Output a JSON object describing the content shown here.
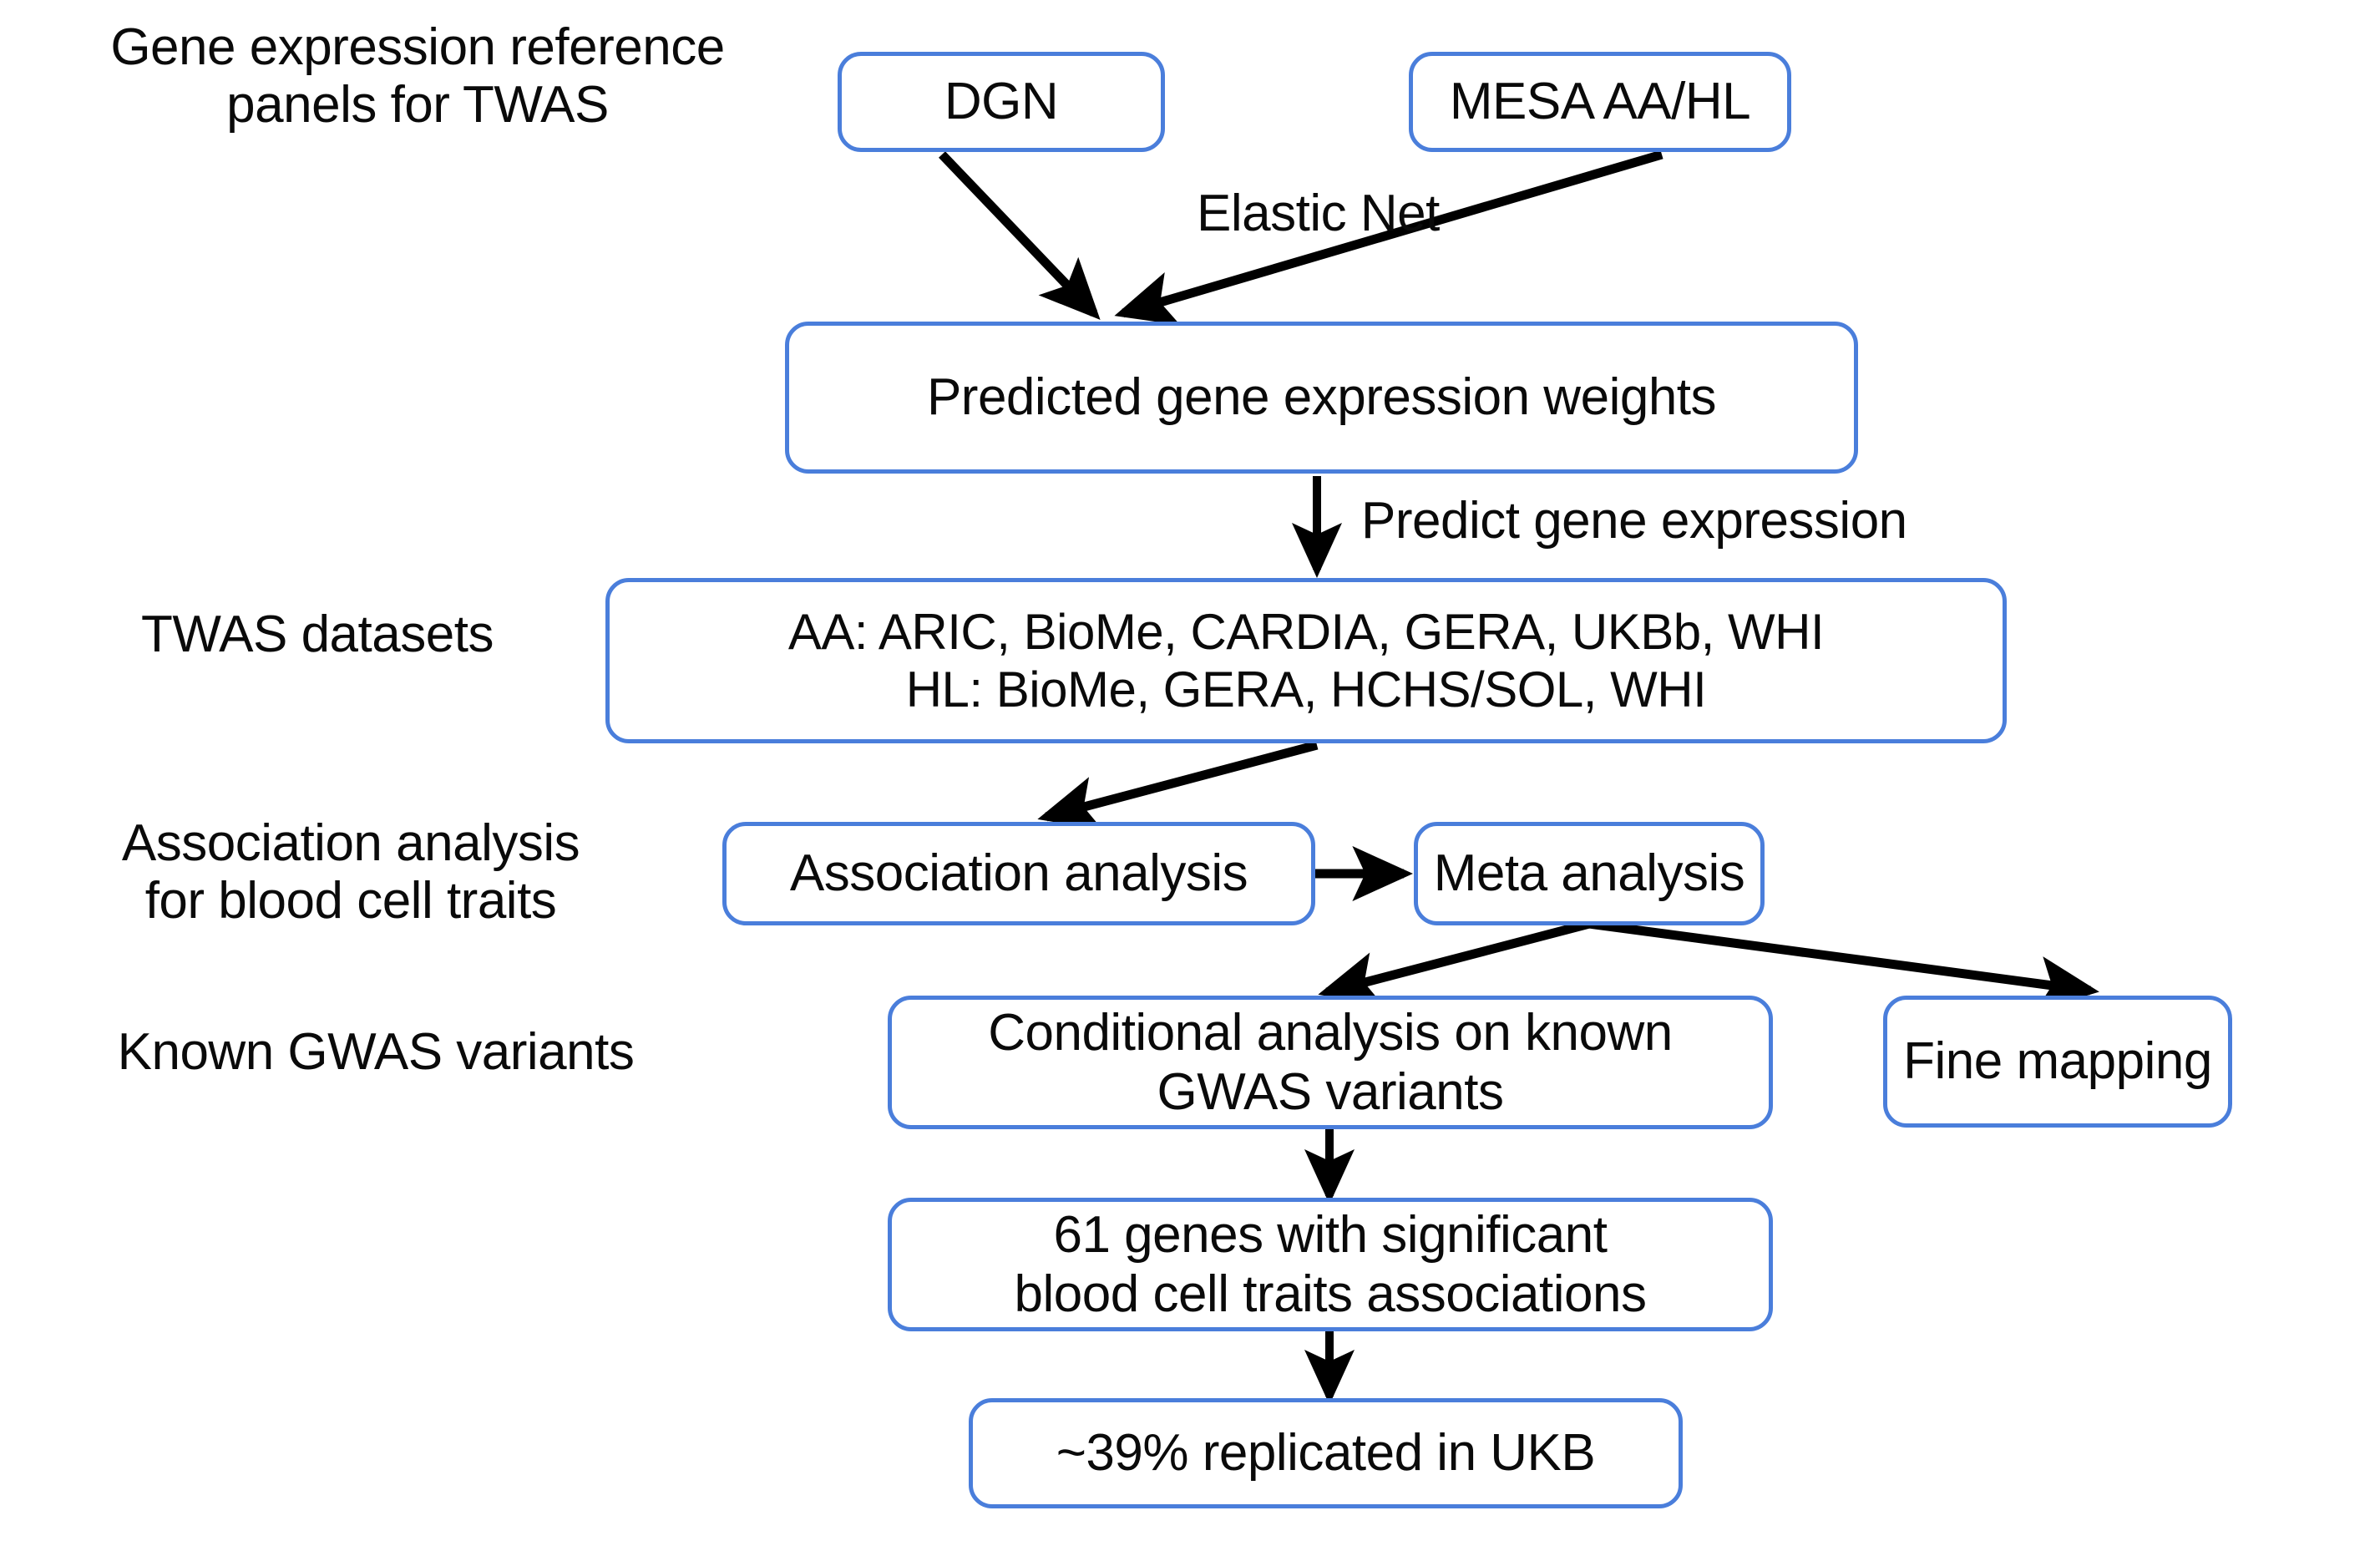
{
  "diagram": {
    "title": "TWAS analysis workflow flowchart",
    "accent_color": "#4a7edb",
    "text_color": "#0a0a0a",
    "background_color": "#ffffff",
    "row_labels": [
      {
        "id": "row-gene-expression-panels",
        "text": "Gene expression reference\npanels for TWAS"
      },
      {
        "id": "row-twas-datasets",
        "text": "TWAS datasets"
      },
      {
        "id": "row-association-analysis",
        "text": "Association analysis\nfor blood cell traits"
      },
      {
        "id": "row-known-gwas-variants",
        "text": "Known GWAS variants"
      }
    ],
    "nodes": [
      {
        "id": "dgn",
        "text": "DGN"
      },
      {
        "id": "mesa",
        "text": "MESA  AA/HL"
      },
      {
        "id": "predicted-weights",
        "text": "Predicted gene expression weights"
      },
      {
        "id": "twas-datasets",
        "text": "AA: ARIC, BioMe, CARDIA, GERA, UKBb, WHI\nHL: BioMe, GERA, HCHS/SOL, WHI"
      },
      {
        "id": "association-analysis",
        "text": "Association analysis"
      },
      {
        "id": "meta-analysis",
        "text": "Meta analysis"
      },
      {
        "id": "conditional-analysis",
        "text": "Conditional analysis on known\nGWAS variants"
      },
      {
        "id": "fine-mapping",
        "text": "Fine mapping"
      },
      {
        "id": "significant-genes",
        "text": "61 genes with significant\nblood cell traits associations"
      },
      {
        "id": "replication",
        "text": "~39% replicated in UKB"
      }
    ],
    "edge_labels": [
      {
        "id": "elastic-net",
        "text": "Elastic Net"
      },
      {
        "id": "predict-gene-expression",
        "text": "Predict gene expression"
      }
    ]
  }
}
